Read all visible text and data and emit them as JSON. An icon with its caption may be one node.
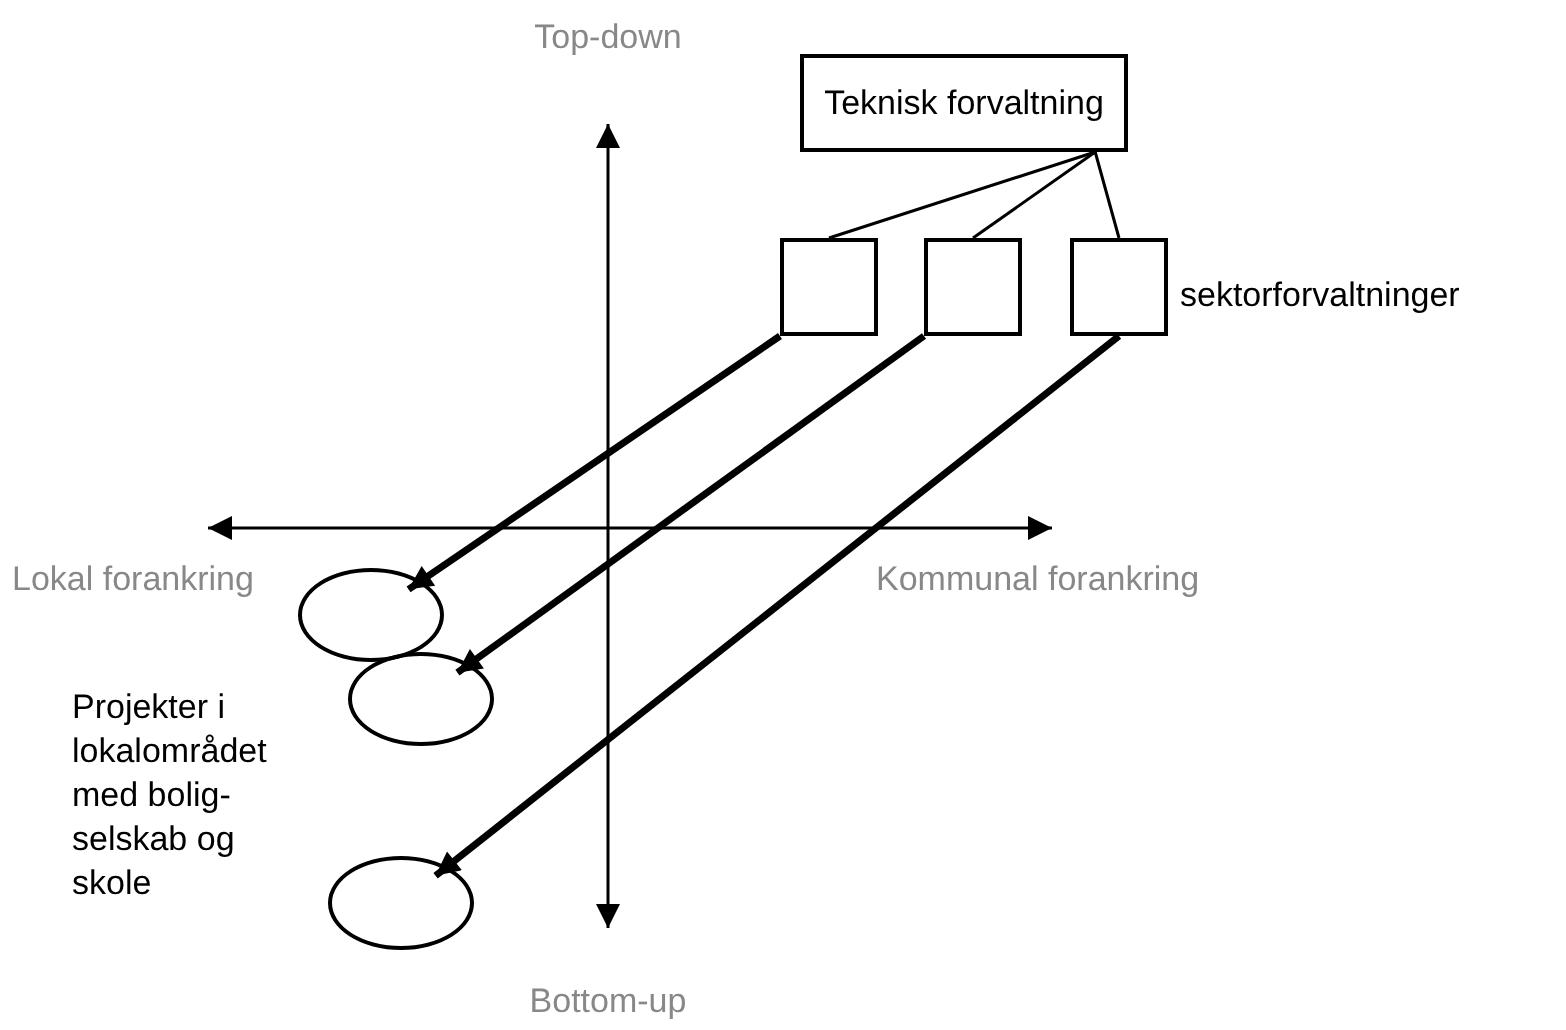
{
  "diagram": {
    "nodes": [
      {
        "text": [
          "Teknisk forvaltning"
        ]
      },
      {
        "text": [],
        "shape": "box"
      },
      {
        "text": [],
        "shape": "box"
      },
      {
        "text": [],
        "shape": "box"
      },
      {
        "text": [],
        "shape": "circle"
      },
      {
        "text": [],
        "shape": "circle"
      },
      {
        "text": [],
        "shape": "circle"
      }
    ],
    "edges": [
      {
        "from": 0,
        "to": 1,
        "arrow": "none"
      },
      {
        "from": 0,
        "to": 2,
        "arrow": "none"
      },
      {
        "from": 0,
        "to": 3,
        "arrow": "none"
      },
      {
        "from": 1,
        "to": 4,
        "arrow": "to",
        "style": "thick"
      },
      {
        "from": 2,
        "to": 5,
        "arrow": "to",
        "style": "thick"
      },
      {
        "from": 3,
        "to": 6,
        "arrow": "to",
        "style": "thick"
      }
    ],
    "labels": [
      "Top-down",
      "sektorforvaltninger",
      "Lokal forankring",
      "Kommunal forankring",
      "Projekter i lokalområdet med bolig- selskab og skole",
      "Bottom-up"
    ]
  }
}
